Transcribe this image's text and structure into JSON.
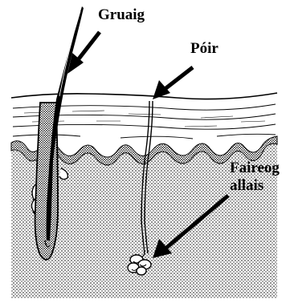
{
  "labels": {
    "hair": "Gruaig",
    "pore": "Póir",
    "gland_line1": "Faireog",
    "gland_line2": "allais"
  }
}
